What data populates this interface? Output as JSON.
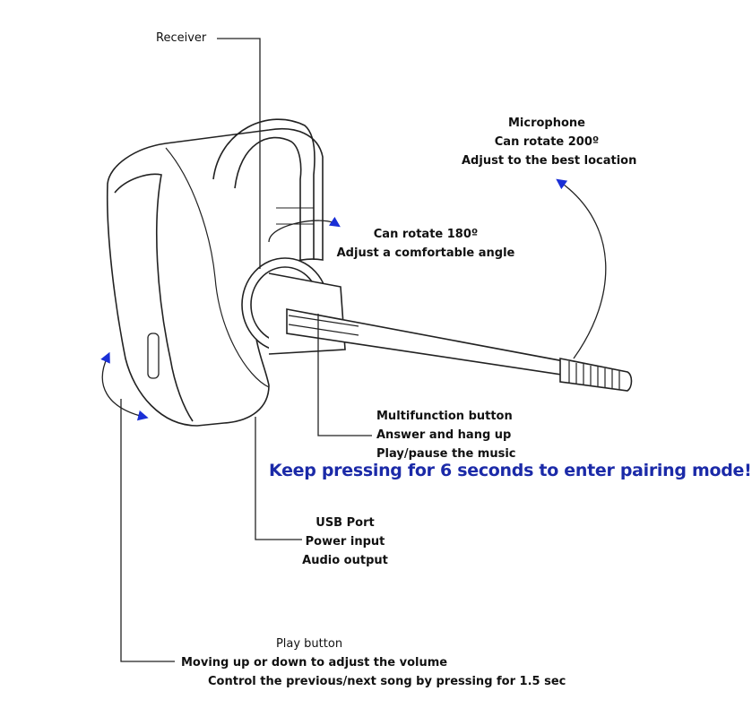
{
  "labels": {
    "receiver": "Receiver",
    "microphone": [
      "Microphone",
      "Can rotate 200º",
      "Adjust to the best location"
    ],
    "rotate": [
      "Can rotate 180º",
      "Adjust a comfortable angle"
    ],
    "multifunction": [
      "Multifunction button",
      "Answer and hang up",
      "Play/pause the music"
    ],
    "pairing": "Keep pressing for 6 seconds to enter pairing mode!",
    "usb": [
      "USB Port",
      "Power input",
      "Audio output"
    ],
    "play": [
      "Play button",
      "Moving up or down to adjust the volume",
      "Control the previous/next song by pressing for 1.5 sec"
    ]
  },
  "colors": {
    "line": "#222222",
    "arrow": "#1a2fd6",
    "banner": "#1b2aa8"
  }
}
